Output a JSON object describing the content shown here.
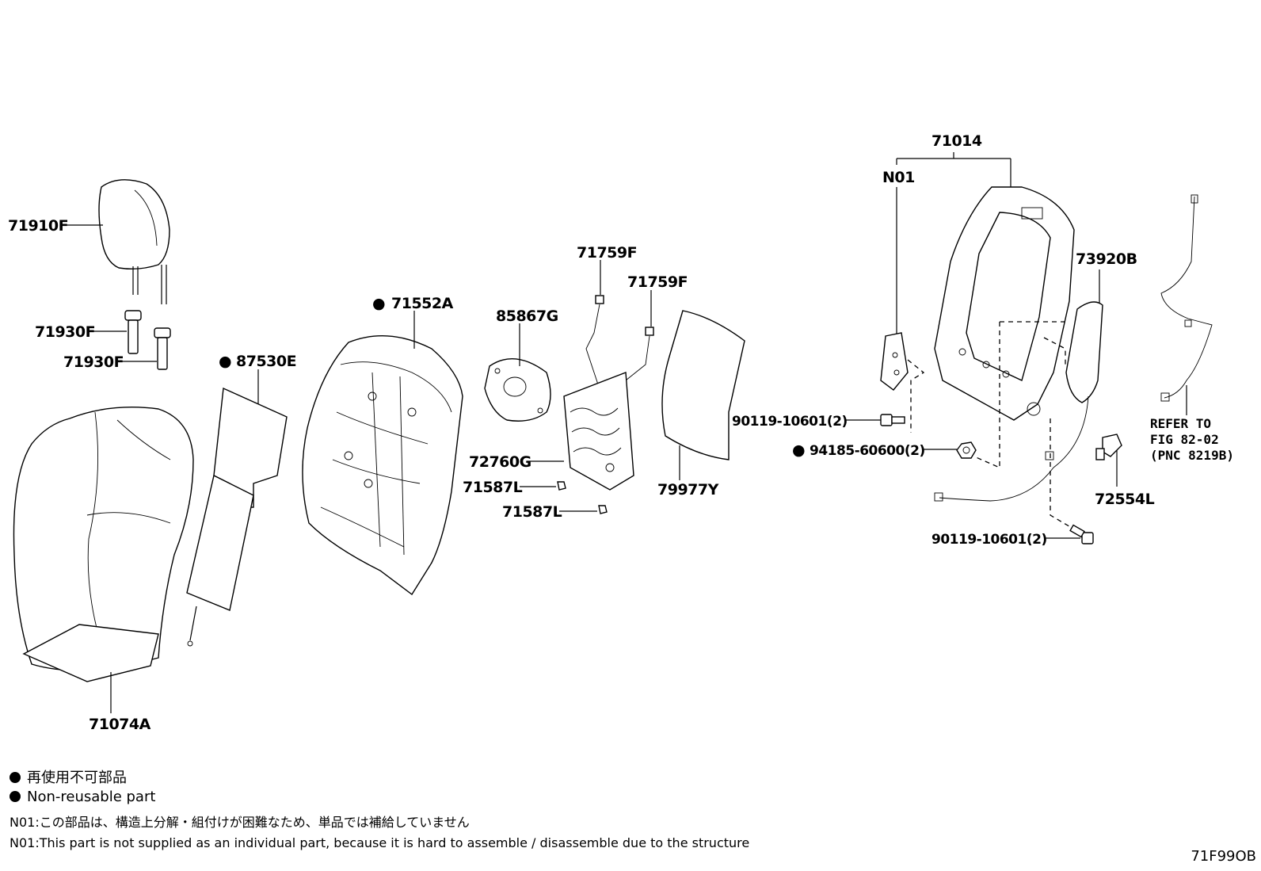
{
  "parts": {
    "headrest": "71910F",
    "support_a": "71930F",
    "support_b": "71930F",
    "pad": "87530E",
    "pad_marker": "●",
    "back_pad": "71552A",
    "back_pad_marker": "●",
    "cover": "71074A",
    "module": "85867G",
    "cable_a": "71759F",
    "cable_b": "71759F",
    "spring": "72760G",
    "clip_a": "71587L",
    "clip_b": "71587L",
    "board": "79977Y",
    "frame_assy": "71014",
    "n01": "N01",
    "airbag": "73920B",
    "bolt_a": "90119-10601(2)",
    "nut": "94185-60600(2)",
    "nut_marker": "●",
    "bolt_b": "90119-10601(2)",
    "sensor": "72554L",
    "refer_line1": "REFER TO",
    "refer_line2": "FIG 82-02",
    "refer_line3": "(PNC 8219B)"
  },
  "legend": {
    "ja": "再使用不可部品",
    "en": "Non-reusable part",
    "note_ja": "N01:この部品は、構造上分解・組付けが困難なため、単品では補給していません",
    "note_en": "N01:This part is not supplied as an individual part, because it is hard to assemble / disassemble due to the structure"
  },
  "figure_code": "71F99OB"
}
